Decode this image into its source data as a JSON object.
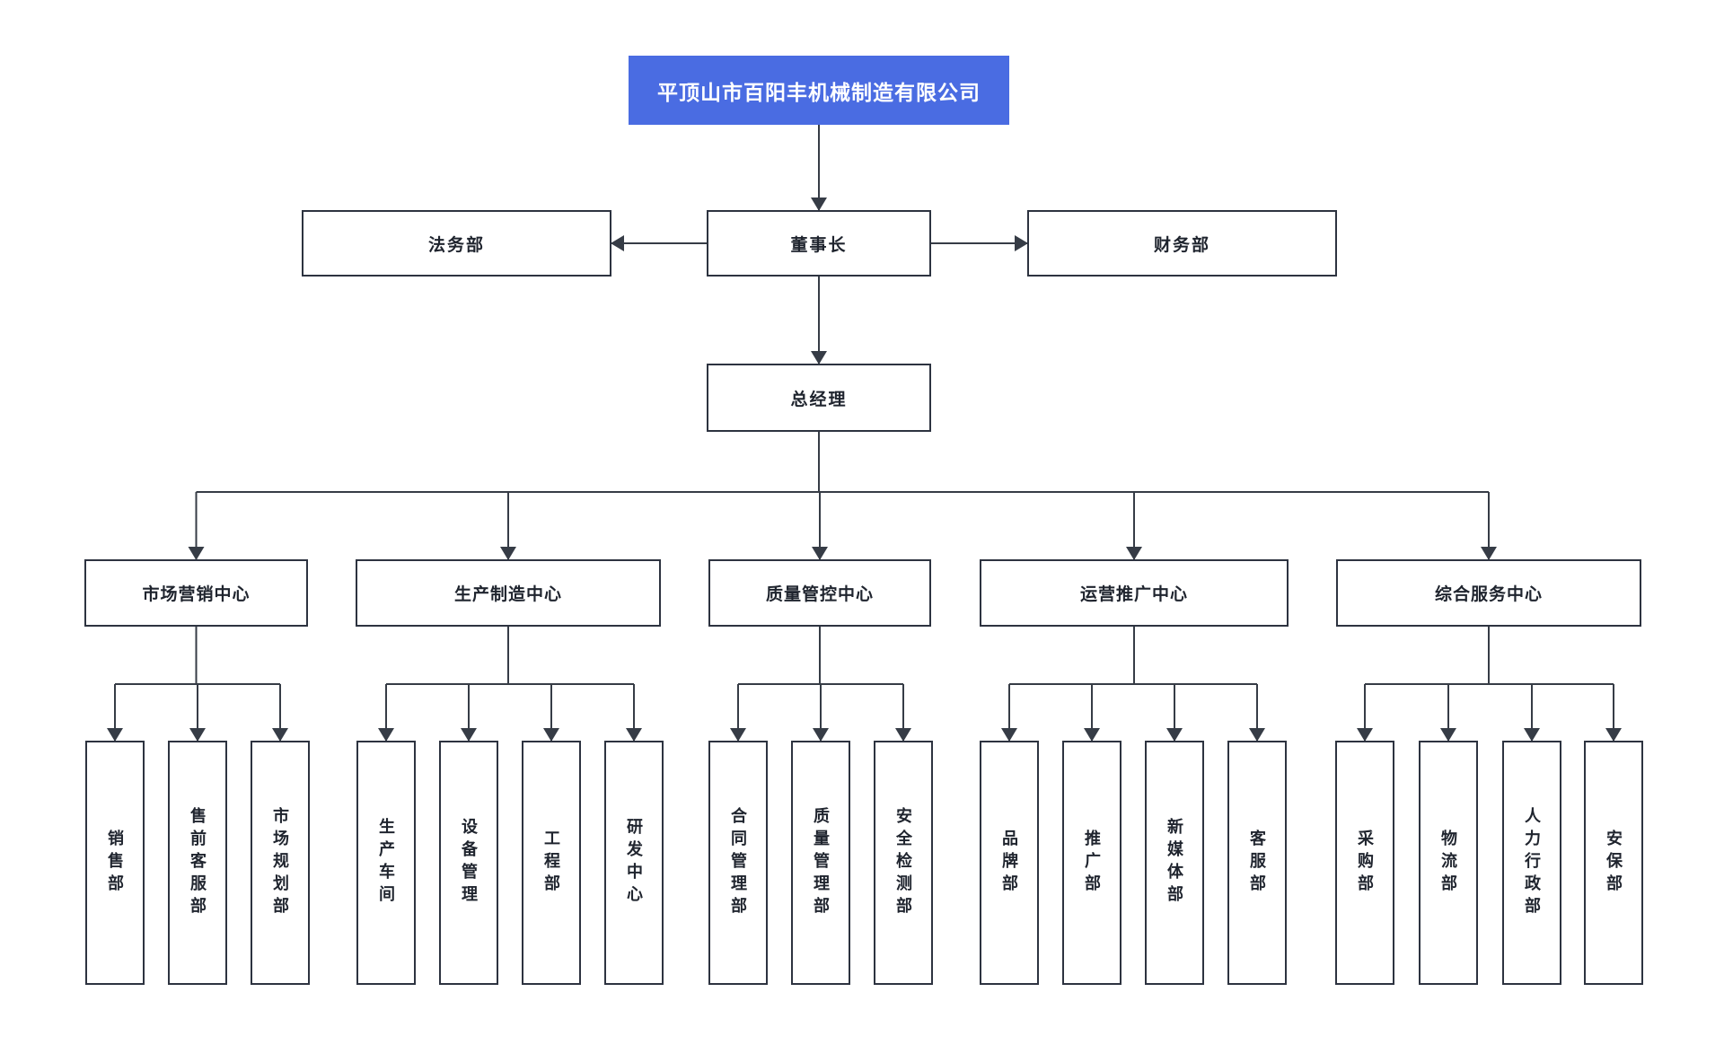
{
  "org_chart": {
    "company": {
      "label": "平顶山市百阳丰机械制造有限公司"
    },
    "chairman": {
      "label": "董事长"
    },
    "staff_left": {
      "label": "法务部"
    },
    "staff_right": {
      "label": "财务部"
    },
    "general_manager": {
      "label": "总经理"
    },
    "centers": [
      {
        "label": "市场营销中心",
        "departments": [
          "销售部",
          "售前客服部",
          "市场规划部"
        ]
      },
      {
        "label": "生产制造中心",
        "departments": [
          "生产车间",
          "设备管理",
          "工程部",
          "研发中心"
        ]
      },
      {
        "label": "质量管控中心",
        "departments": [
          "合同管理部",
          "质量管理部",
          "安全检测部"
        ]
      },
      {
        "label": "运营推广中心",
        "departments": [
          "品牌部",
          "推广部",
          "新媒体部",
          "客服部"
        ]
      },
      {
        "label": "综合服务中心",
        "departments": [
          "采购部",
          "物流部",
          "人力行政部",
          "安保部"
        ]
      }
    ],
    "colors": {
      "root_fill": "#4a6ce2",
      "root_text": "#ffffff",
      "box_border": "#2d3340",
      "box_fill": "#ffffff",
      "line": "#363c46",
      "text": "#1f242e",
      "background": "#ffffff"
    }
  }
}
